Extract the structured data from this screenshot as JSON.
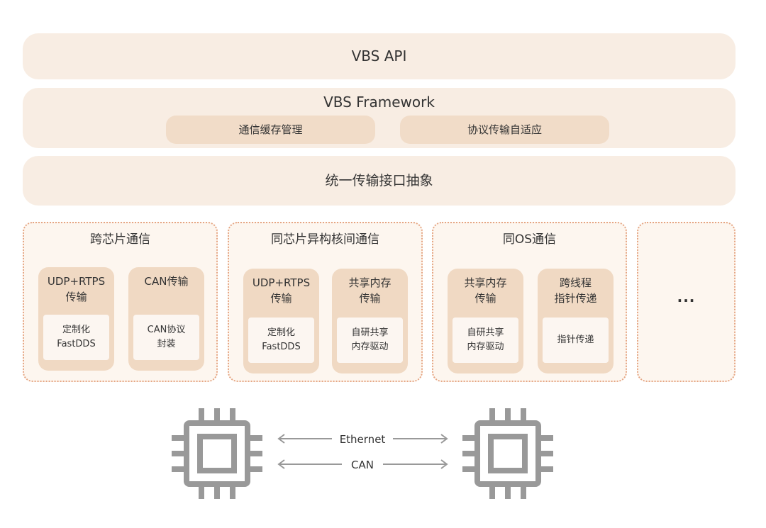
{
  "layers": {
    "api": "VBS API",
    "framework": {
      "title": "VBS  Framework",
      "modules": [
        "通信缓存管理",
        "协议传输自适应"
      ]
    },
    "abstraction": "统一传输接口抽象"
  },
  "groups": [
    {
      "title": "跨芯片通信",
      "cards": [
        {
          "title": "UDP+RTPS\n传输",
          "inner": "定制化\nFastDDS"
        },
        {
          "title": "CAN传输",
          "inner": "CAN协议\n封装"
        }
      ]
    },
    {
      "title": "同芯片异构核间通信",
      "cards": [
        {
          "title": "UDP+RTPS\n传输",
          "inner": "定制化\nFastDDS"
        },
        {
          "title": "共享内存\n传输",
          "inner": "自研共享\n内存驱动"
        }
      ]
    },
    {
      "title": "同OS通信",
      "cards": [
        {
          "title": "共享内存\n传输",
          "inner": "自研共享\n内存驱动"
        },
        {
          "title": "跨线程\n指针传递",
          "inner": "指针传递"
        }
      ]
    },
    {
      "title": "",
      "more": "..."
    }
  ],
  "links": [
    "Ethernet",
    "CAN"
  ],
  "icons": {
    "chip": "chip-icon",
    "arrow": "double-arrow-icon"
  },
  "colors": {
    "layer_bg": "#f8ede3",
    "module_bg": "#f1dcc8",
    "card_bg": "#f0d9c3",
    "group_border": "#e5a583",
    "chip_stroke": "#999999",
    "arrow": "#999999"
  }
}
